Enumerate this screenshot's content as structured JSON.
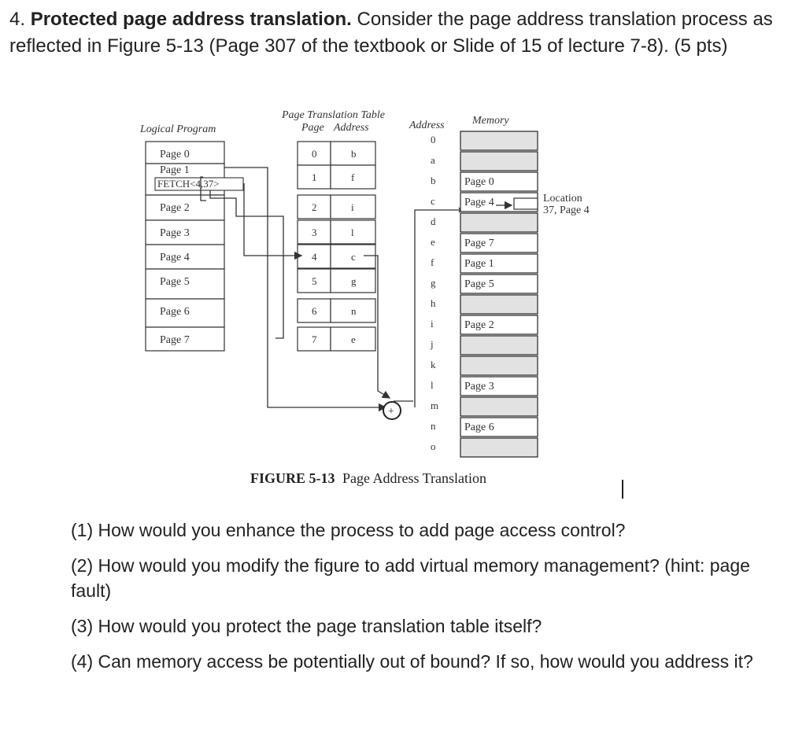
{
  "question": {
    "number": "4.",
    "title": "Protected page address translation.",
    "body": "Consider the page address translation process as reflected in Figure 5-13 (Page 307 of the textbook or Slide of 15 of lecture 7-8).  (5 pts)"
  },
  "figure": {
    "logical_title": "Logical Program",
    "logical_pages": [
      "Page 0",
      "Page 1",
      "Page 2",
      "Page 3",
      "Page 4",
      "Page 5",
      "Page 6",
      "Page 7"
    ],
    "fetch_label": "FETCH<4,37>",
    "table_title": "Page Translation Table",
    "table_col_page": "Page",
    "table_col_address": "Address",
    "table_pages": [
      "0",
      "1",
      "2",
      "3",
      "4",
      "5",
      "6",
      "7"
    ],
    "table_addresses": [
      "b",
      "f",
      "i",
      "l",
      "c",
      "g",
      "n",
      "e"
    ],
    "address_title": "Address",
    "addresses": [
      "0",
      "a",
      "b",
      "c",
      "d",
      "e",
      "f",
      "g",
      "h",
      "i",
      "j",
      "k",
      "l",
      "m",
      "n",
      "o"
    ],
    "memory_title": "Memory",
    "memory_labels": [
      "Page 0",
      "Page 4",
      "Page 7",
      "Page 1",
      "Page 5",
      "Page 2",
      "Page 3",
      "Page 6"
    ],
    "location_line1": "Location",
    "location_line2": "37, Page 4",
    "adder_symbol": "+",
    "caption_bold": "FIGURE 5-13",
    "caption_text": "Page Address Translation"
  },
  "subquestions": [
    "(1) How would you enhance the process to add page access control?",
    "(2) How would you modify the figure to add virtual memory management? (hint: page fault)",
    "(3) How would you protect the page translation table itself?",
    "(4) Can memory access be potentially out of bound?  If so, how would you address it?"
  ]
}
